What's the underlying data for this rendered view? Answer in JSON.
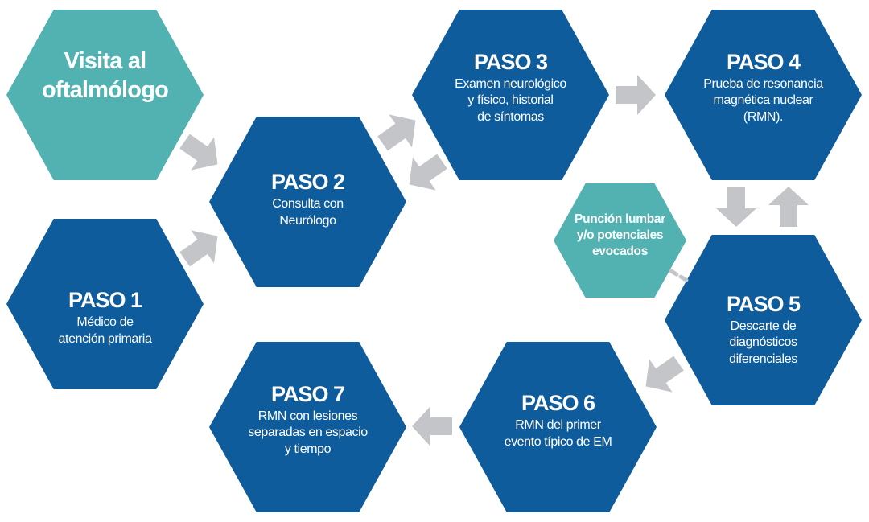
{
  "colors": {
    "step_blue": "#0f5c9c",
    "side_teal": "#52b1b1",
    "arrow_gray": "#c4c5c9",
    "text": "#ffffff"
  },
  "nodes": {
    "ophthalmologist": {
      "line1": "Visita al",
      "line2": "oftalmólogo"
    },
    "step1": {
      "title": "PASO 1",
      "desc": [
        "Médico de",
        "atención primaria"
      ]
    },
    "step2": {
      "title": "PASO 2",
      "desc": [
        "Consulta con",
        "Neurólogo"
      ]
    },
    "step3": {
      "title": "PASO 3",
      "desc": [
        "Examen neurológico",
        "y físico, historial",
        "de síntomas"
      ]
    },
    "step4": {
      "title": "PASO 4",
      "desc": [
        "Prueba de resonancia",
        "magnética nuclear",
        "(RMN)."
      ]
    },
    "lumbar": {
      "lines": [
        "Punción lumbar",
        "y/o potenciales",
        "evocados"
      ]
    },
    "step5": {
      "title": "PASO 5",
      "desc": [
        "Descarte de",
        "diagnósticos",
        "diferenciales"
      ]
    },
    "step6": {
      "title": "PASO 6",
      "desc": [
        "RMN del primer",
        "evento típico de EM"
      ]
    },
    "step7": {
      "title": "PASO 7",
      "desc": [
        "RMN con lesiones",
        "separadas en espacio",
        "y tiempo"
      ]
    }
  },
  "connections": [
    {
      "from": "ophthalmologist",
      "to": "step2",
      "type": "arrow",
      "direction": "down-right"
    },
    {
      "from": "step1",
      "to": "step2",
      "type": "arrow",
      "direction": "up-right"
    },
    {
      "from": "step2",
      "to": "step3",
      "type": "arrow",
      "direction": "up-right"
    },
    {
      "from": "step3",
      "to": "step2",
      "type": "arrow",
      "direction": "down-left"
    },
    {
      "from": "step3",
      "to": "step4",
      "type": "arrow",
      "direction": "right"
    },
    {
      "from": "step4",
      "to": "step5",
      "type": "arrow",
      "direction": "down"
    },
    {
      "from": "step5",
      "to": "step4",
      "type": "arrow",
      "direction": "up"
    },
    {
      "from": "lumbar",
      "to": "step5",
      "type": "dashed-line",
      "direction": "none"
    },
    {
      "from": "step5",
      "to": "step6",
      "type": "arrow",
      "direction": "down-left"
    },
    {
      "from": "step6",
      "to": "step7",
      "type": "arrow",
      "direction": "left"
    }
  ]
}
